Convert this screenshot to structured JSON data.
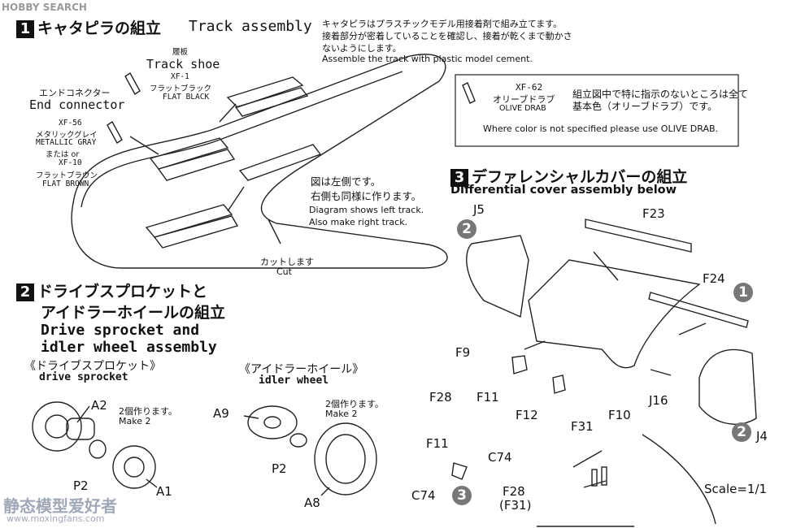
{
  "watermark_top": "HOBBY SEARCH",
  "watermark_bottom": "静态模型爱好者",
  "watermark_url": "www.moxingfans.com",
  "section1": {
    "num": "1",
    "title_jp": "キャタピラの組立",
    "title_en": "Track assembly",
    "note_jp_1": "キャタピラはプラスチックモデル用接着剤で組み立てます。",
    "note_jp_2": "接着部分が密着していることを確認し、接着が乾くまで動かさ",
    "note_jp_3": "ないようにします。",
    "note_en": "Assemble the track with plastic model cement.",
    "track_shoe_jp": "履板",
    "track_shoe_en": "Track shoe",
    "track_shoe_code": "XF-1",
    "track_shoe_color_jp": "フラットブラック",
    "track_shoe_color_en": "FLAT BLACK",
    "end_conn_jp": "エンドコネクター",
    "end_conn_en": "End connector",
    "end_code1": "XF-56",
    "end_color1_jp": "メタリックグレイ",
    "end_color1_en": "METALLIC GRAY",
    "or_text": "または  or",
    "end_code2": "XF-10",
    "end_color2_jp": "フラットブラウン",
    "end_color2_en": "FLAT BROWN",
    "diagram_jp_1": "図は左側です。",
    "diagram_jp_2": "右側も同様に作ります。",
    "diagram_en_1": "Diagram shows left track.",
    "diagram_en_2": "Also make right track.",
    "cut_jp": "カットします",
    "cut_en": "Cut"
  },
  "color_box": {
    "code": "XF-62",
    "color_jp": "オリーブドラブ",
    "color_en": "OLIVE DRAB",
    "note_jp_1": "組立図中で特に指示のないところは全て",
    "note_jp_2": "基本色（オリーブドラブ）です。",
    "note_en": "Where color is not specified please use OLIVE DRAB."
  },
  "section2": {
    "num": "2",
    "title_jp_1": "ドライブスプロケットと",
    "title_jp_2": "アイドラーホイールの組立",
    "title_en_1": "Drive sprocket and",
    "title_en_2": "idler wheel assembly",
    "sprocket_jp": "《ドライブスプロケット》",
    "sprocket_en": "drive sprocket",
    "idler_jp": "《アイドラーホイール》",
    "idler_en": "idler wheel",
    "make2_jp": "2個作ります。",
    "make2_en": "Make 2",
    "make2b_jp": "2個作ります。",
    "make2b_en": "Make 2",
    "parts": {
      "a2": "A2",
      "p2": "P2",
      "a1": "A1",
      "a9": "A9",
      "p2b": "P2",
      "a8": "A8"
    }
  },
  "section3": {
    "num": "3",
    "title_jp": "デファレンシャルカバーの組立",
    "title_en": "Differential cover assembly below",
    "parts": {
      "j5": "J5",
      "f23": "F23",
      "f24": "F24",
      "f9": "F9",
      "f28": "F28",
      "f11": "F11",
      "f12": "F12",
      "f31": "F31",
      "f10": "F10",
      "c74": "C74",
      "j16": "J16",
      "j4": "J4",
      "f11b": "F11",
      "c74b": "C74",
      "f28b": "F28",
      "f31b": "(F31)"
    },
    "scale": "Scale=1/1",
    "markers": {
      "m1": "1",
      "m2a": "2",
      "m2b": "2",
      "m3": "3"
    }
  }
}
